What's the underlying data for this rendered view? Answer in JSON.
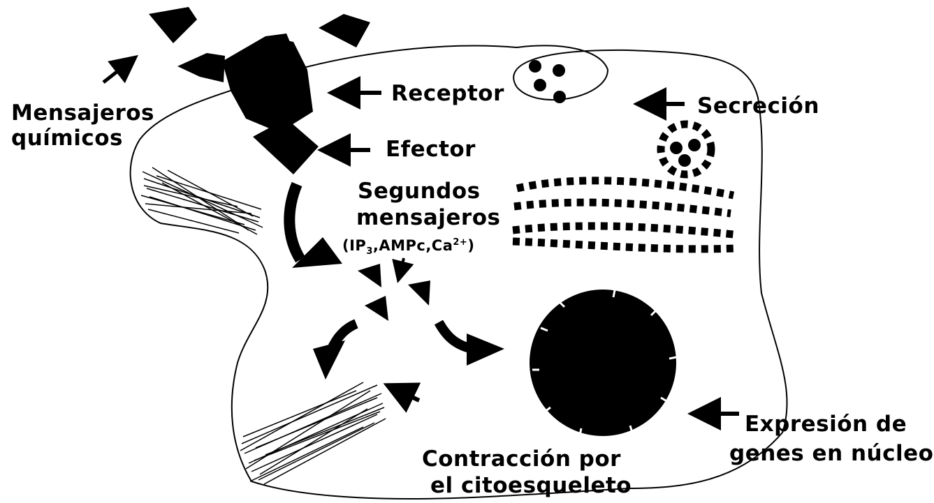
{
  "colors": {
    "ink": "#000000",
    "background": "#ffffff"
  },
  "labels": {
    "mensajeros_line1": "Mensajeros",
    "mensajeros_line2": "químicos",
    "receptor": "Receptor",
    "secrecion": "Secreción",
    "efector": "Efector",
    "segundos_line1": "Segundos",
    "segundos_line2": "mensajeros",
    "segundos_examples_pre": "(IP",
    "segundos_examples_sub": "3",
    "segundos_examples_mid": ",AMPc,Ca",
    "segundos_examples_sup": "2+",
    "segundos_examples_post": ")",
    "expresion_line1": "Expresión de",
    "expresion_line2": "genes en núcleo",
    "contraccion_line1": "Contracción por",
    "contraccion_line2": "el citoesqueleto"
  }
}
